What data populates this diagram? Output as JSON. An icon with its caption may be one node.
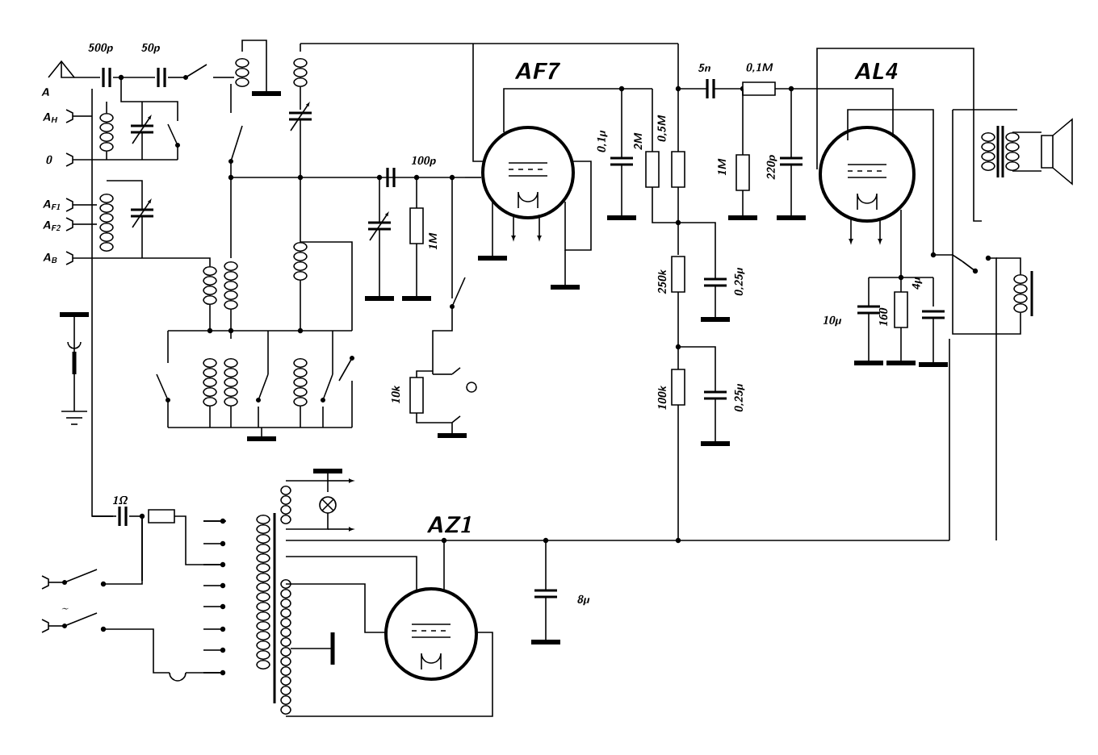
{
  "diagram": {
    "labels": [
      "500p",
      "50p",
      "A",
      "A$_{H}$",
      "0",
      "A$_{F1}$",
      "A$_{F2}$",
      "A$_{B}$",
      "AF7",
      "5n",
      "0,1M",
      "AL4",
      "0,1µ",
      "2M",
      "0,5M",
      "100p",
      "1M",
      "1M",
      "220p",
      "250k",
      "0,25µ",
      "10µ",
      "160",
      "4µ",
      "10k",
      "100k",
      "0,25µ",
      "1Ω",
      "AZ1",
      "8µ",
      "~"
    ]
  }
}
